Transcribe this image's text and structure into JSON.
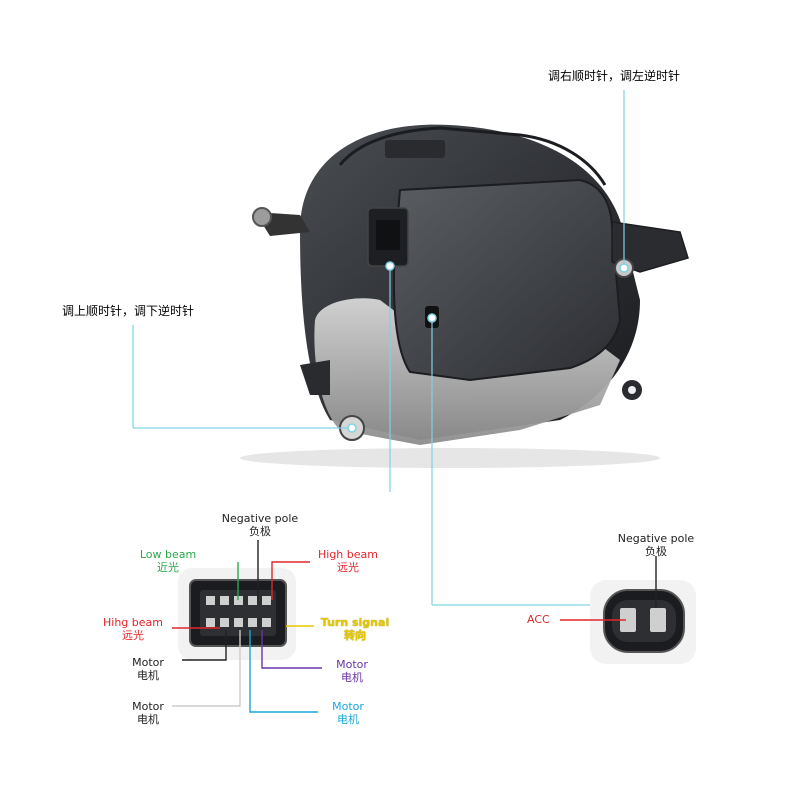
{
  "annotations": {
    "right_adjust": "调右顺时针，调左逆时针",
    "left_adjust": "调上顺时针，调下逆时针"
  },
  "connector_main": {
    "negative_pole_en": "Negative pole",
    "negative_pole_cn": "负极",
    "low_beam_en": "Low beam",
    "low_beam_cn": "近光",
    "high_beam_en": "High beam",
    "high_beam_cn": "远光",
    "hihg_beam_en": "Hihg beam",
    "hihg_beam_cn": "远光",
    "turn_signal_en": "Turn signal",
    "turn_signal_cn": "转向",
    "motor_left_en": "Motor",
    "motor_left_cn": "电机",
    "motor_purple_en": "Motor",
    "motor_purple_cn": "电机",
    "motor_bottom_left_en": "Motor",
    "motor_bottom_left_cn": "电机",
    "motor_cyan_en": "Motor",
    "motor_cyan_cn": "电机"
  },
  "connector_right": {
    "negative_pole_en": "Negative pole",
    "negative_pole_cn": "负极",
    "acc": "ACC"
  },
  "colors": {
    "leader_line": "#7fd3e6",
    "green": "#2aa84a",
    "red": "#e0262b",
    "yellow": "#e6c800",
    "purple": "#6a35a8",
    "cyan": "#1aa6d8",
    "black": "#222222"
  }
}
